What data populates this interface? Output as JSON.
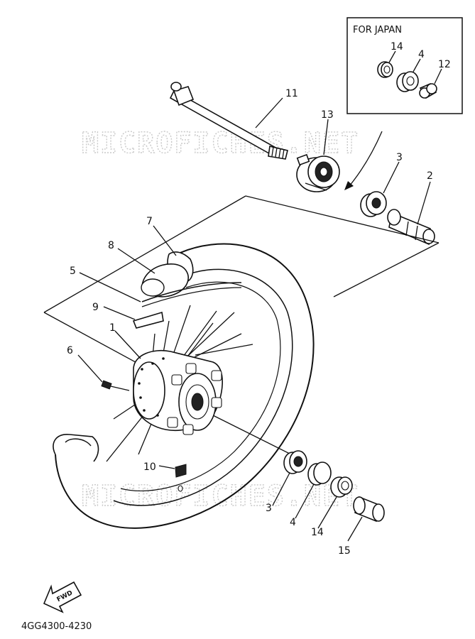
{
  "inset": {
    "title": "FOR JAPAN"
  },
  "watermark": {
    "top": "MICROFICHES.NET",
    "bottom": "MICROFICHES.NET"
  },
  "callouts": {
    "c1": "1",
    "c2": "2",
    "c3_top": "3",
    "c3_bottom": "3",
    "c4_inset": "4",
    "c4_bottom": "4",
    "c5": "5",
    "c6": "6",
    "c7": "7",
    "c8": "8",
    "c9": "9",
    "c10": "10",
    "c11": "11",
    "c12": "12",
    "c13": "13",
    "c14_inset": "14",
    "c14_bottom": "14",
    "c15": "15"
  },
  "fwd_label": "FWD",
  "diagram_code": "4GG4300-4230"
}
